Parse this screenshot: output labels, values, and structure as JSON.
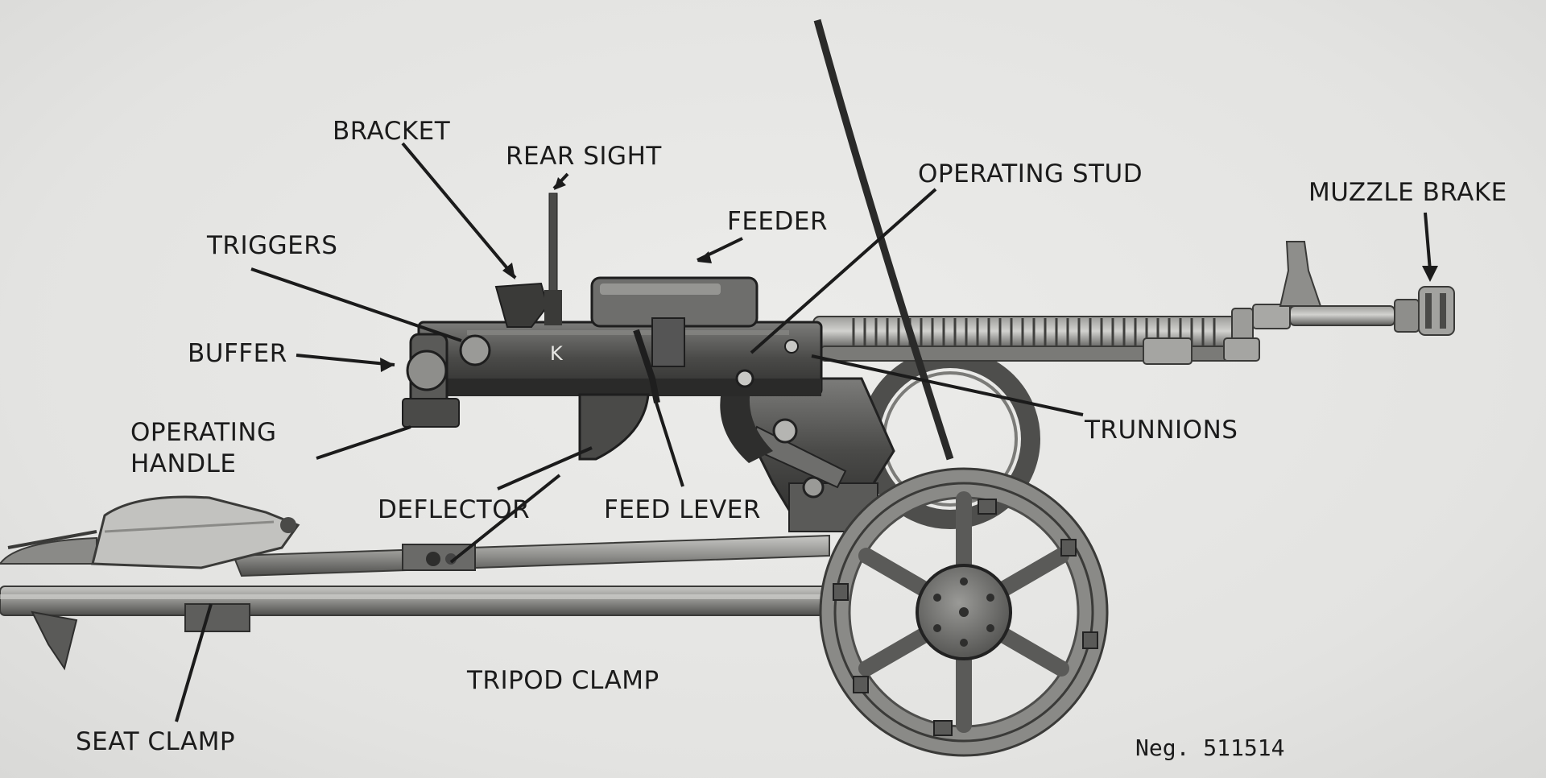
{
  "labels": {
    "bracket": "BRACKET",
    "rear_sight": "REAR SIGHT",
    "operating_stud": "OPERATING STUD",
    "muzzle_brake": "MUZZLE BRAKE",
    "triggers": "TRIGGERS",
    "feeder": "FEEDER",
    "buffer": "BUFFER",
    "operating_handle_line1": "OPERATING",
    "operating_handle_line2": "HANDLE",
    "trunnions": "TRUNNIONS",
    "deflector": "DEFLECTOR",
    "feed_lever": "FEED LEVER",
    "tripod_clamp": "TRIPOD CLAMP",
    "seat_clamp": "SEAT CLAMP",
    "receiver_mark": "K"
  },
  "negative_number": "Neg. 511514",
  "colors": {
    "background": "#e6e6e4",
    "metal_dark": "#3a3a3a",
    "metal_mid": "#6e6e6c",
    "metal_light": "#a9a9a6",
    "leader": "#1b1b1b"
  }
}
